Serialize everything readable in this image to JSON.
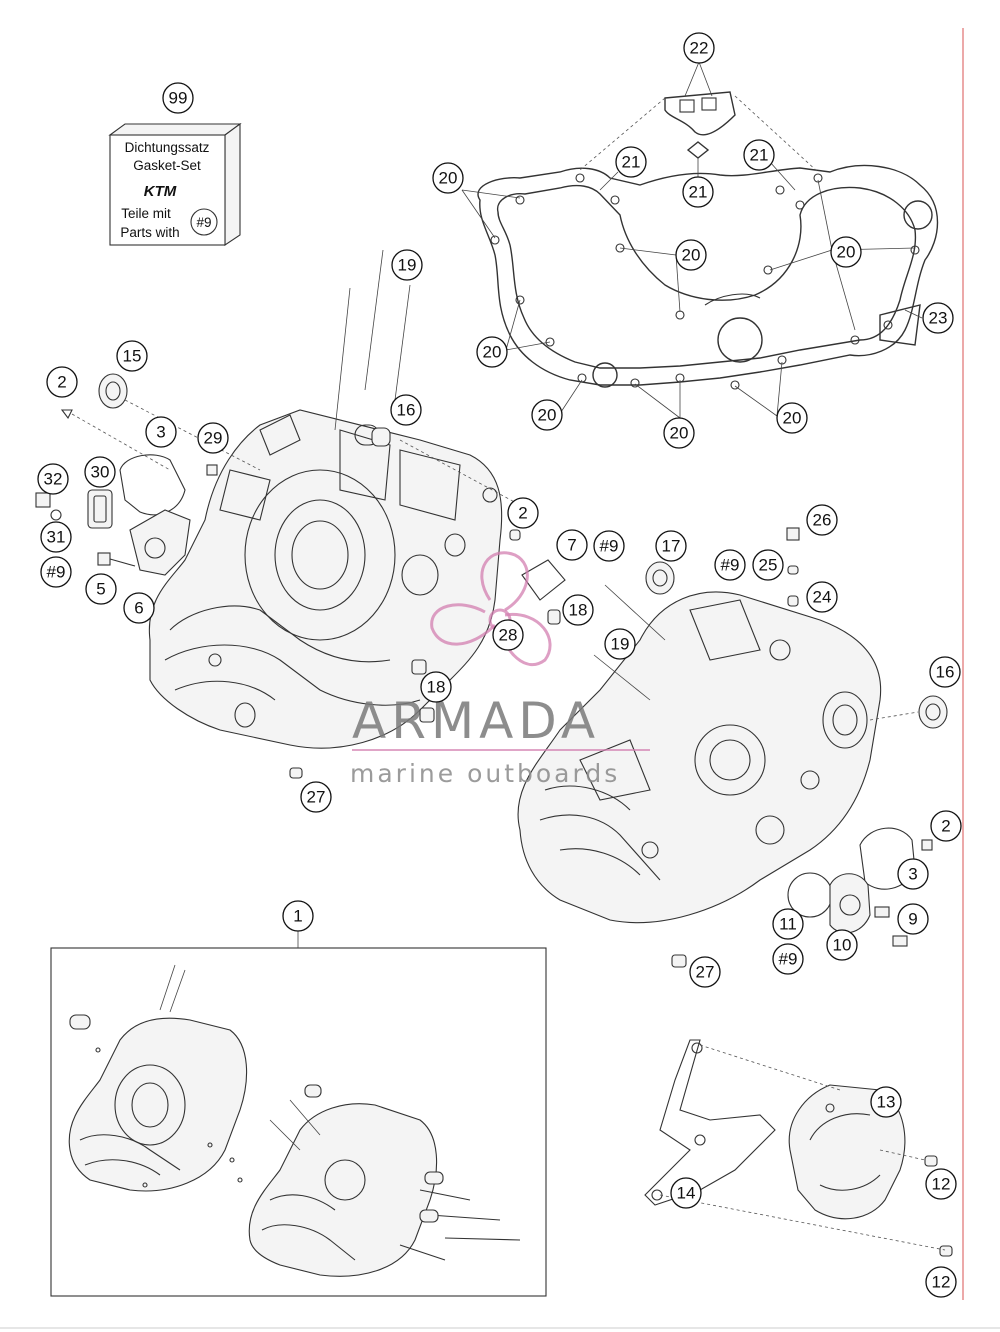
{
  "gasket_set": {
    "ref": "99",
    "line1": "Dichtungssatz",
    "line2": "Gasket-Set",
    "brand": "KTM",
    "line3": "Teile mit",
    "line4": "Parts with",
    "ref_tag": "#9"
  },
  "watermark": {
    "title": "ARMADA",
    "subtitle": "marine outboards",
    "logo_icon": "propeller-logo-icon",
    "color": "#d37fb0"
  },
  "callouts": [
    {
      "id": "c22",
      "label": "22"
    },
    {
      "id": "c99",
      "label": "99"
    },
    {
      "id": "c21a",
      "label": "21"
    },
    {
      "id": "c21b",
      "label": "21"
    },
    {
      "id": "c21c",
      "label": "21"
    },
    {
      "id": "c20a",
      "label": "20"
    },
    {
      "id": "c20b",
      "label": "20"
    },
    {
      "id": "c20c",
      "label": "20"
    },
    {
      "id": "c20d",
      "label": "20"
    },
    {
      "id": "c20e",
      "label": "20"
    },
    {
      "id": "c20f",
      "label": "20"
    },
    {
      "id": "c20g",
      "label": "20"
    },
    {
      "id": "c23",
      "label": "23"
    },
    {
      "id": "c19a",
      "label": "19"
    },
    {
      "id": "c15",
      "label": "15"
    },
    {
      "id": "c2a",
      "label": "2"
    },
    {
      "id": "c16a",
      "label": "16"
    },
    {
      "id": "c3a",
      "label": "3"
    },
    {
      "id": "c29",
      "label": "29"
    },
    {
      "id": "c32",
      "label": "32"
    },
    {
      "id": "c30",
      "label": "30"
    },
    {
      "id": "c31",
      "label": "31"
    },
    {
      "id": "c9a",
      "label": "#9"
    },
    {
      "id": "c5",
      "label": "5"
    },
    {
      "id": "c6",
      "label": "6"
    },
    {
      "id": "c2b",
      "label": "2"
    },
    {
      "id": "c7",
      "label": "7"
    },
    {
      "id": "c9b",
      "label": "#9"
    },
    {
      "id": "c17",
      "label": "17"
    },
    {
      "id": "c9c",
      "label": "#9"
    },
    {
      "id": "c25",
      "label": "25"
    },
    {
      "id": "c26",
      "label": "26"
    },
    {
      "id": "c24",
      "label": "24"
    },
    {
      "id": "c18a",
      "label": "18"
    },
    {
      "id": "c28",
      "label": "28"
    },
    {
      "id": "c19b",
      "label": "19"
    },
    {
      "id": "c16b",
      "label": "16"
    },
    {
      "id": "c18b",
      "label": "18"
    },
    {
      "id": "c27a",
      "label": "27"
    },
    {
      "id": "c2c",
      "label": "2"
    },
    {
      "id": "c3b",
      "label": "3"
    },
    {
      "id": "c9d",
      "label": "9"
    },
    {
      "id": "c11",
      "label": "11"
    },
    {
      "id": "c10",
      "label": "10"
    },
    {
      "id": "c9e",
      "label": "#9"
    },
    {
      "id": "c27b",
      "label": "27"
    },
    {
      "id": "c1",
      "label": "1"
    },
    {
      "id": "c13",
      "label": "13"
    },
    {
      "id": "c14",
      "label": "14"
    },
    {
      "id": "c12a",
      "label": "12"
    },
    {
      "id": "c12b",
      "label": "12"
    }
  ]
}
